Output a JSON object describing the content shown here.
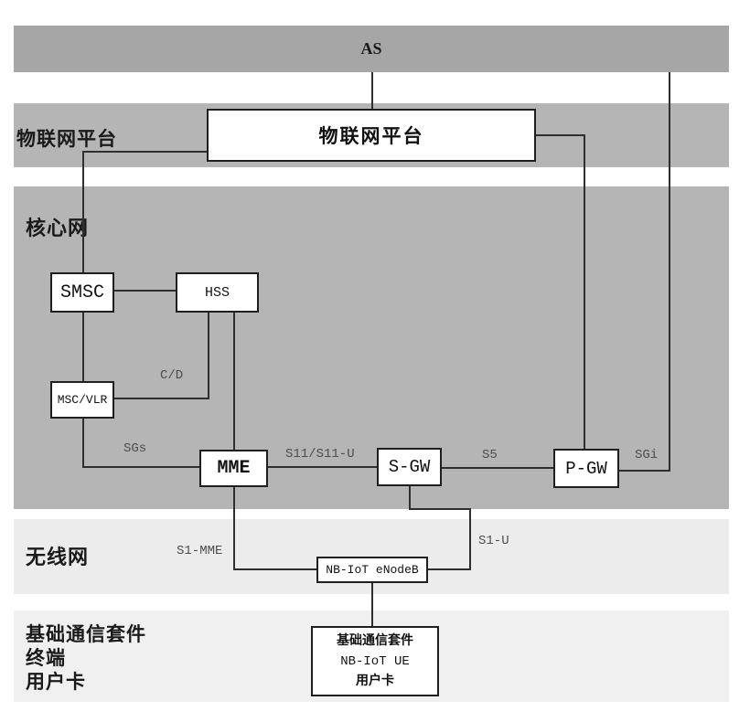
{
  "bands": {
    "as": {
      "label": "AS"
    },
    "platform": {
      "label": "物联网平台"
    },
    "core": {
      "label": "核心网"
    },
    "radio": {
      "label": "无线网"
    },
    "terminal": {
      "lines": [
        "基础通信套件",
        "终端",
        "用户卡"
      ]
    }
  },
  "nodes": {
    "platform_box": {
      "label": "物联网平台"
    },
    "smsc": {
      "label": "SMSC"
    },
    "hss": {
      "label": "HSS"
    },
    "msc_vlr": {
      "label": "MSC/VLR"
    },
    "mme": {
      "label": "MME"
    },
    "sgw": {
      "label": "S-GW"
    },
    "pgw": {
      "label": "P-GW"
    },
    "enodeb": {
      "label": "NB-IoT eNodeB"
    },
    "ue": {
      "line1": "基础通信套件",
      "line2": "NB-IoT UE",
      "line3": "用户卡"
    }
  },
  "links": {
    "cd": "C/D",
    "sgs": "SGs",
    "s11": "S11/S11-U",
    "s5": "S5",
    "sgi": "SGi",
    "s1_mme": "S1-MME",
    "s1_u": "S1-U"
  },
  "colors": {
    "band_as": "#a6a6a6",
    "band_platform": "#b5b5b5",
    "band_core": "#b5b5b5",
    "band_radio": "#ececec",
    "band_terminal": "#f0f0f0",
    "node_fill": "#ffffff",
    "node_border": "#1f1f1f",
    "line": "#2f2f2f",
    "link_text": "#4d4d4d"
  }
}
